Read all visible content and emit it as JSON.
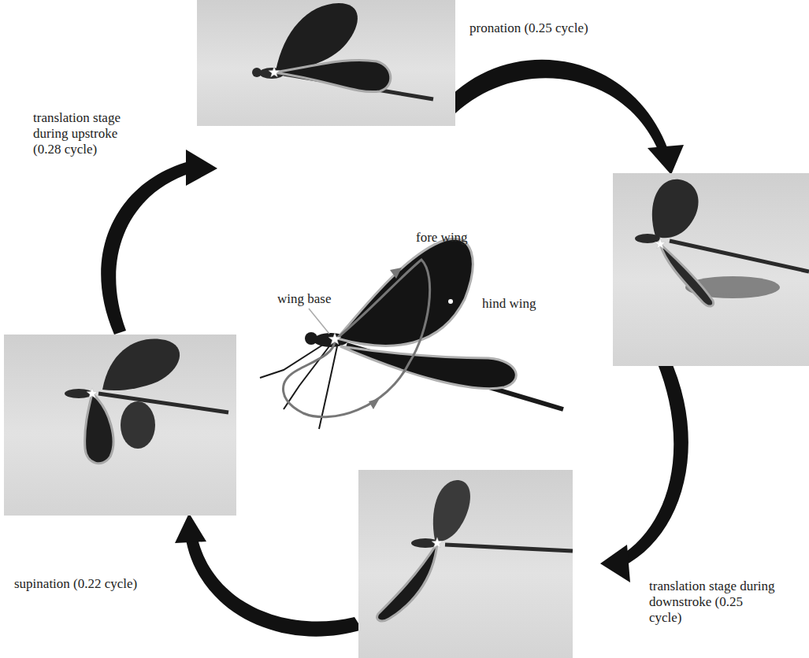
{
  "diagram": {
    "labels": [
      "translation stage during upstroke (0.28 cycle)",
      "pronation (0.25 cycle)",
      "fore wing",
      "wing base",
      "hind wing",
      "translation stage during downstroke (0.25 cycle)",
      "supination (0.22 cycle)"
    ]
  }
}
